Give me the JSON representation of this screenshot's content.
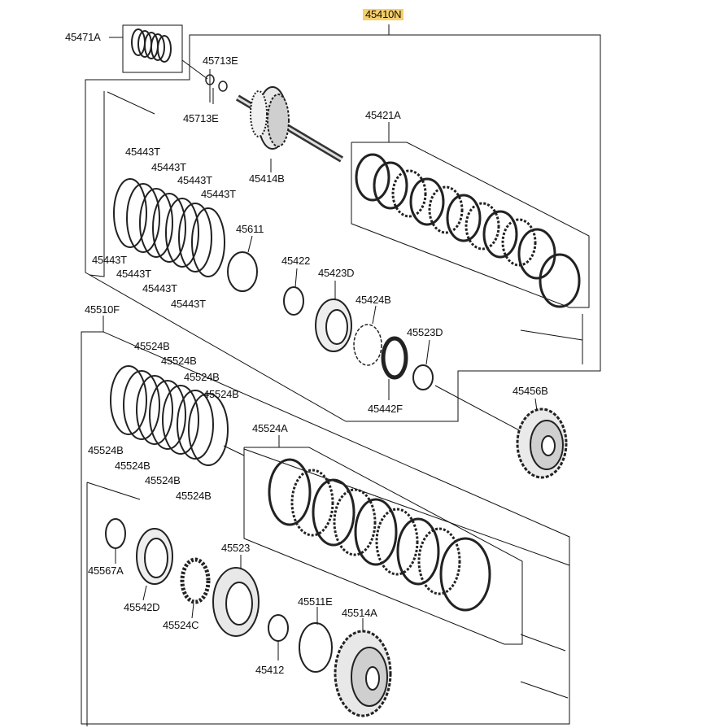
{
  "diagram": {
    "top_assembly": "45410N",
    "lower_assembly": "45510F",
    "labels": [
      "45471A",
      "45713E",
      "45713E",
      "45414B",
      "45421A",
      "45443T",
      "45443T",
      "45443T",
      "45443T",
      "45443T",
      "45443T",
      "45443T",
      "45443T",
      "45611",
      "45422",
      "45423D",
      "45424B",
      "45523D",
      "45442F",
      "45456B",
      "45524B",
      "45524B",
      "45524B",
      "45524B",
      "45524B",
      "45524B",
      "45524B",
      "45524B",
      "45524A",
      "45567A",
      "45542D",
      "45524C",
      "45523",
      "45511E",
      "45514A",
      "45412"
    ],
    "colors": {
      "highlight": "#f7cf6a",
      "line": "#111111"
    }
  }
}
